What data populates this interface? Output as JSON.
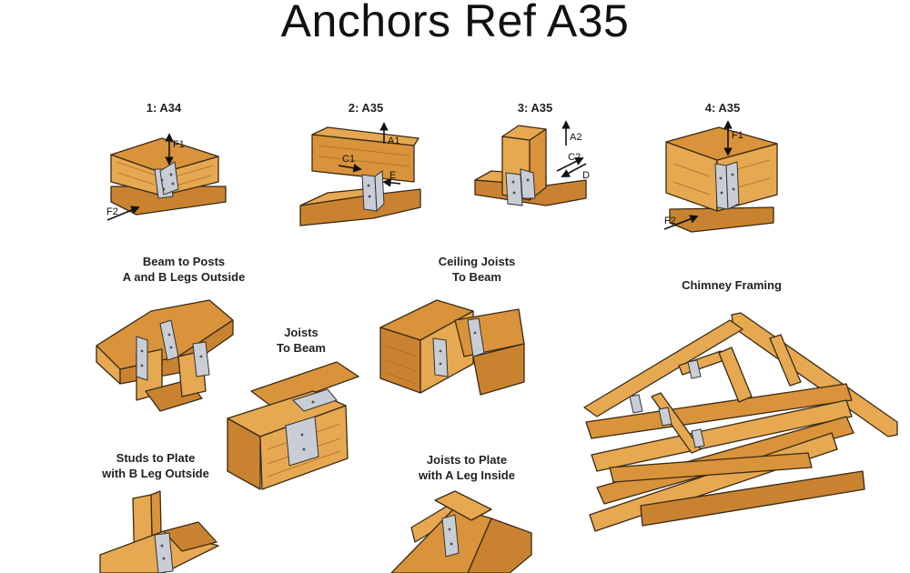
{
  "title": "Anchors Ref A35",
  "labels": {
    "fig1": "1: A34",
    "fig2": "2: A35",
    "fig3": "3: A35",
    "fig4": "4: A35",
    "beam_posts_line1": "Beam to Posts",
    "beam_posts_line2": "A and B Legs Outside",
    "ceiling_line1": "Ceiling Joists",
    "ceiling_line2": "To Beam",
    "chimney": "Chimney Framing",
    "joists_beam_line1": "Joists",
    "joists_beam_line2": "To Beam",
    "studs_line1": "Studs to Plate",
    "studs_line2": "with B Leg Outside",
    "joists_plate_line1": "Joists to Plate",
    "joists_plate_line2": "with A Leg Inside"
  },
  "forces": {
    "f1": "F1",
    "f2": "F2",
    "a1": "A1",
    "a2": "A2",
    "c1": "C1",
    "c2": "C2",
    "d": "D",
    "e": "E"
  },
  "colors": {
    "wood": "#E6A951",
    "wood_dark": "#D9933A",
    "metal": "#c9ced6"
  }
}
